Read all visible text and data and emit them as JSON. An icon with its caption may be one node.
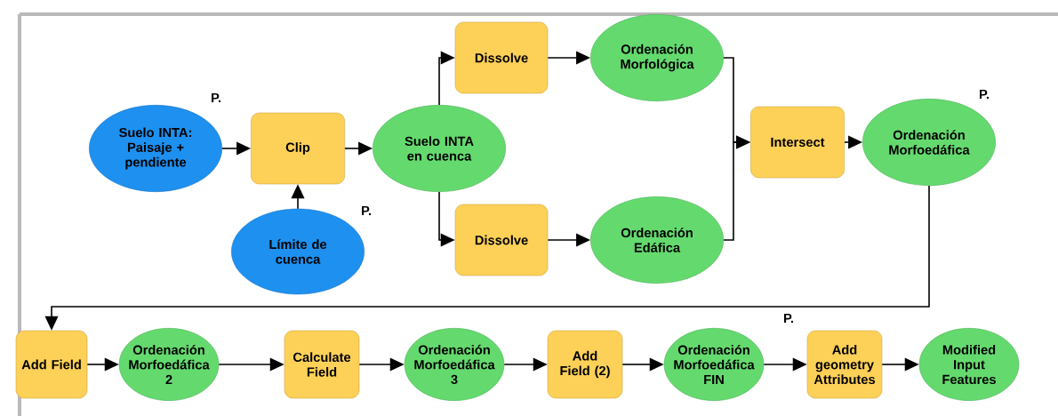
{
  "diagram": {
    "nodes": [
      {
        "text": [
          "Suelo INTA: Paisaje + pendiente"
        ],
        "beside": [
          "P."
        ]
      },
      {
        "text": [
          "Clip"
        ]
      },
      {
        "text": [
          "Límite de cuenca"
        ],
        "beside": [
          "P."
        ]
      },
      {
        "text": [
          "Suelo INTA en cuenca"
        ]
      },
      {
        "text": [
          "Dissolve"
        ]
      },
      {
        "text": [
          "Ordenación Morfológica"
        ]
      },
      {
        "text": [
          "Dissolve"
        ]
      },
      {
        "text": [
          "Ordenación Edáfica"
        ]
      },
      {
        "text": [
          "Intersect"
        ]
      },
      {
        "text": [
          "Ordenación Morfoedáfica"
        ],
        "beside": [
          "P."
        ]
      },
      {
        "text": [
          "Add Field"
        ]
      },
      {
        "text": [
          "Ordenación Morfoedáfica 2"
        ]
      },
      {
        "text": [
          "Calculate Field"
        ]
      },
      {
        "text": [
          "Ordenación Morfoedáfica 3"
        ]
      },
      {
        "text": [
          "Add Field (2)"
        ]
      },
      {
        "text": [
          "Ordenación Morfoedáfica FIN"
        ],
        "beside": [
          "P."
        ]
      },
      {
        "text": [
          "Add geometry Attributes"
        ]
      },
      {
        "text": [
          "Modified Input Features"
        ]
      }
    ],
    "edges": [
      {
        "from": 0,
        "to": 1,
        "arrow": "to"
      },
      {
        "from": 2,
        "to": 1,
        "arrow": "to"
      },
      {
        "from": 1,
        "to": 3,
        "arrow": "to"
      },
      {
        "from": 3,
        "to": 4,
        "arrow": "to"
      },
      {
        "from": 3,
        "to": 6,
        "arrow": "to"
      },
      {
        "from": 4,
        "to": 5,
        "arrow": "to"
      },
      {
        "from": 6,
        "to": 7,
        "arrow": "to"
      },
      {
        "from": 5,
        "to": 8,
        "arrow": "to"
      },
      {
        "from": 7,
        "to": 8,
        "arrow": "to"
      },
      {
        "from": 8,
        "to": 9,
        "arrow": "to"
      },
      {
        "from": 9,
        "to": 10,
        "arrow": "to"
      },
      {
        "from": 10,
        "to": 11,
        "arrow": "to"
      },
      {
        "from": 11,
        "to": 12,
        "arrow": "to"
      },
      {
        "from": 12,
        "to": 13,
        "arrow": "to"
      },
      {
        "from": 13,
        "to": 14,
        "arrow": "to"
      },
      {
        "from": 14,
        "to": 15,
        "arrow": "to"
      },
      {
        "from": 15,
        "to": 16,
        "arrow": "to"
      },
      {
        "from": 16,
        "to": 17,
        "arrow": "to"
      }
    ]
  }
}
